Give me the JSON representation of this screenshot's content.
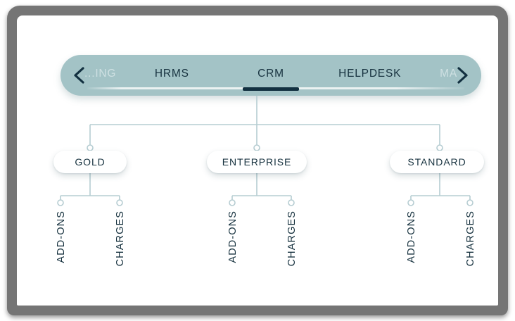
{
  "tabbar": {
    "prev_icon": "chevron-left-icon",
    "next_icon": "chevron-right-icon",
    "active_tab": "CRM",
    "accent_color": "#a3c3c6",
    "indicator_color": "#123040",
    "text_color": "#17323f",
    "tabs": [
      {
        "label": "...ING",
        "state": "clipped-left"
      },
      {
        "label": "HRMS",
        "state": "inactive"
      },
      {
        "label": "CRM",
        "state": "active"
      },
      {
        "label": "HELPDESK",
        "state": "inactive"
      },
      {
        "label": "MA",
        "state": "clipped-right"
      }
    ]
  },
  "tree": {
    "line_color": "#b6cdd2",
    "groups": [
      {
        "name": "GOLD",
        "children": [
          {
            "label": "ADD-ONS"
          },
          {
            "label": "CHARGES"
          }
        ]
      },
      {
        "name": "ENTERPRISE",
        "children": [
          {
            "label": "ADD-ONS"
          },
          {
            "label": "CHARGES"
          }
        ]
      },
      {
        "name": "STANDARD",
        "children": [
          {
            "label": "ADD-ONS"
          },
          {
            "label": "CHARGES"
          }
        ]
      }
    ]
  }
}
